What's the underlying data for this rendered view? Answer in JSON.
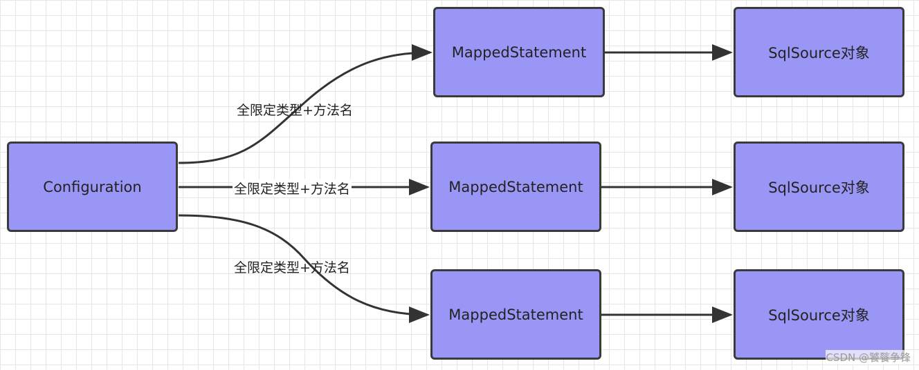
{
  "nodes": {
    "configuration": "Configuration",
    "mapped_statement_1": "MappedStatement",
    "mapped_statement_2": "MappedStatement",
    "mapped_statement_3": "MappedStatement",
    "sql_source_1": "SqlSource对象",
    "sql_source_2": "SqlSource对象",
    "sql_source_3": "SqlSource对象"
  },
  "edge_labels": {
    "top": "全限定类型+方法名",
    "middle": "全限定类型+方法名",
    "bottom": "全限定类型+方法名"
  },
  "watermark": "CSDN @饕餮争锋",
  "colors": {
    "node_fill": "#9a96f5",
    "node_border": "#3a3a3a",
    "arrow": "#333333",
    "grid": "#e6e6e6"
  }
}
